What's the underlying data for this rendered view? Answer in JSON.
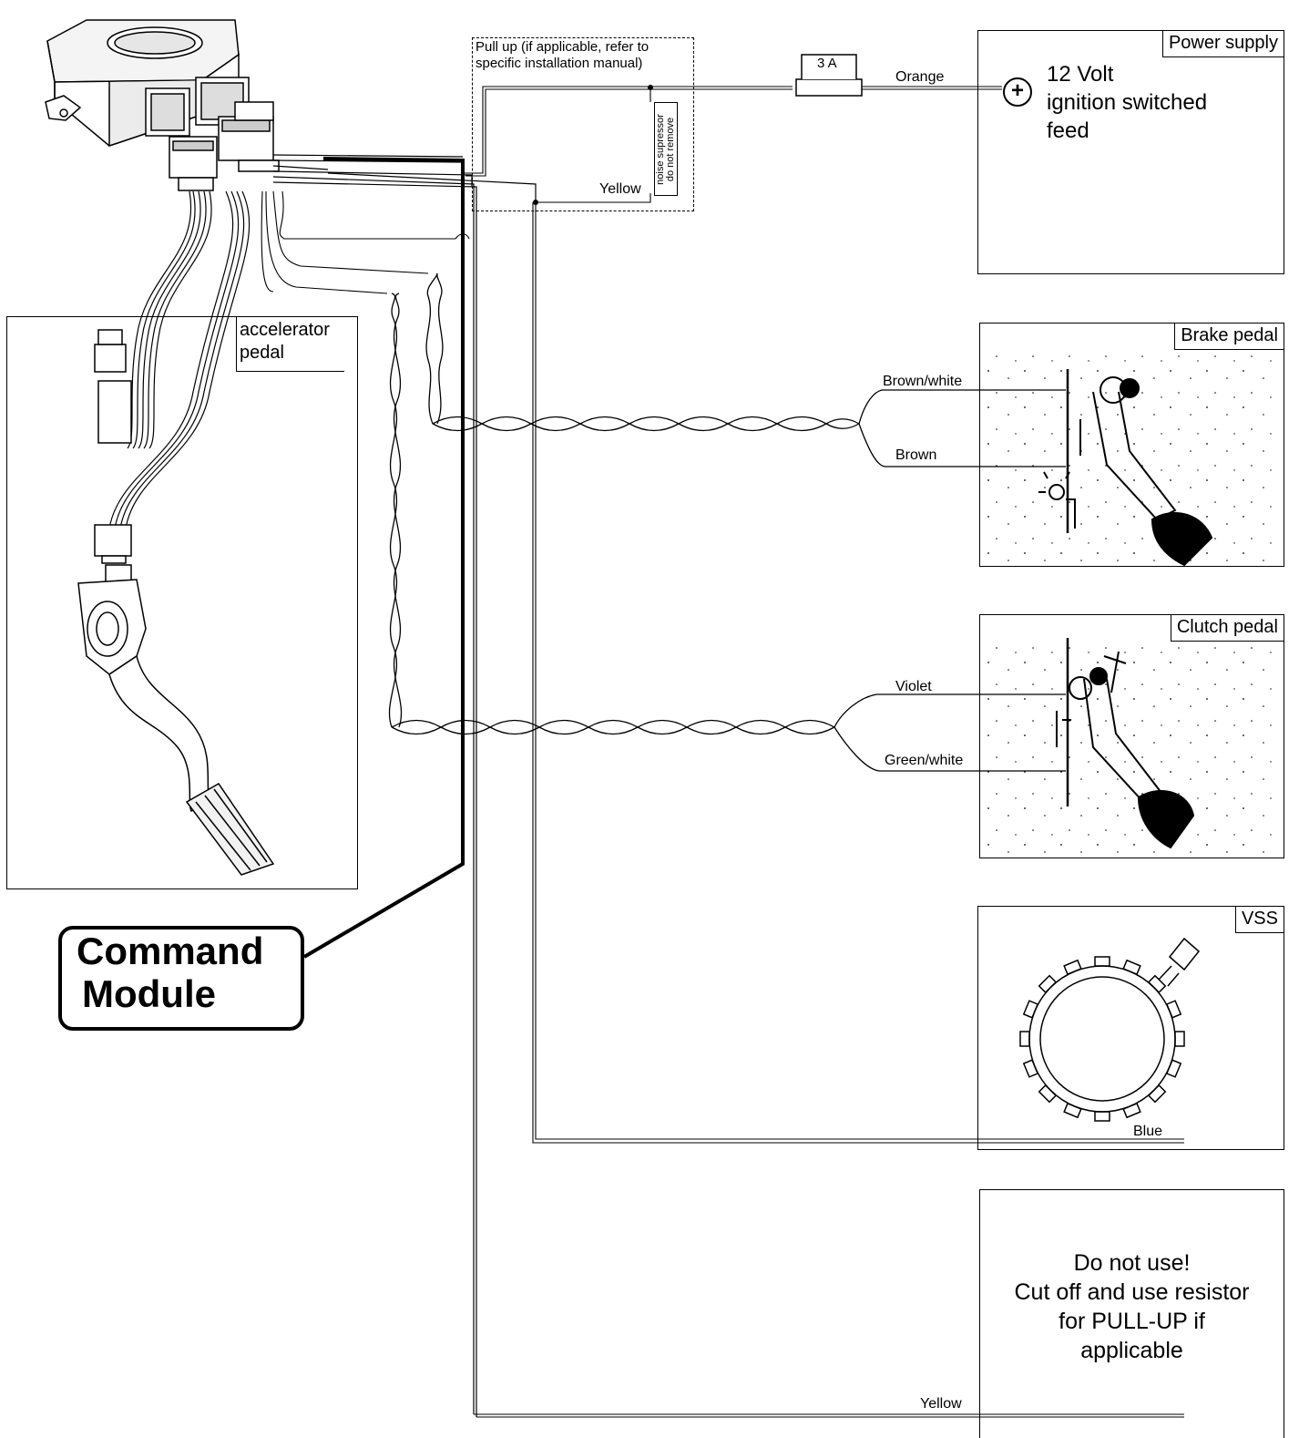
{
  "power_supply": {
    "title": "Power supply",
    "symbol": "+",
    "lines": [
      "12 Volt",
      "ignition switched",
      "feed"
    ],
    "wire_label": "Orange"
  },
  "fuse": {
    "label": "3 A"
  },
  "pullup": {
    "text_line1": "Pull up (if applicable, refer to",
    "text_line2": "specific installation manual)",
    "noise_line1": "noise supressor",
    "noise_line2": "do not remove",
    "wire_label": "Yellow"
  },
  "brake_pedal": {
    "title": "Brake pedal",
    "wire_top": "Brown/white",
    "wire_bottom": "Brown"
  },
  "clutch_pedal": {
    "title": "Clutch pedal",
    "wire_top": "Violet",
    "wire_bottom": "Green/white"
  },
  "vss": {
    "title": "VSS",
    "wire_label": "Blue"
  },
  "do_not_use": {
    "lines": [
      "Do not use!",
      "Cut off and use resistor",
      "for PULL-UP if",
      "applicable"
    ],
    "wire_label": "Yellow"
  },
  "accelerator": {
    "line1": "accelerator",
    "line2": "pedal"
  },
  "command_module": {
    "line1": "Command",
    "line2": "Module"
  }
}
